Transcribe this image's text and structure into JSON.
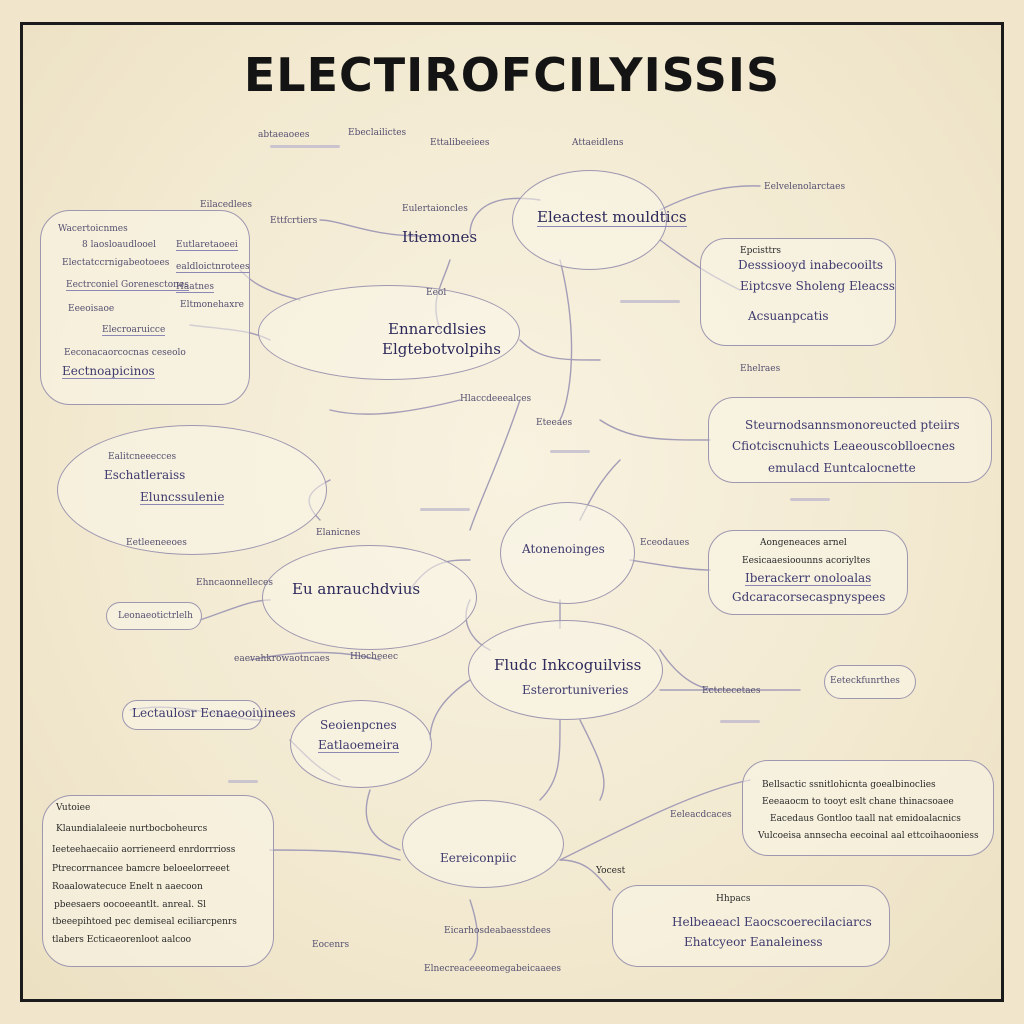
{
  "title": "ELECTIROFCILYISSIS",
  "nodes": {
    "n1": {
      "label": "Eleactest mouldtics"
    },
    "n2": {
      "label": "Itiemones"
    },
    "n3": {
      "label_1": "Ennarcdlsies",
      "label_2": "Elgtebotvolpihs"
    },
    "n4": {
      "label": "Atonenoinges"
    },
    "n5": {
      "label": "Eu anrauchdvius"
    },
    "n6": {
      "label_1": "Fludc Inkcoguilviss",
      "label_2": "Esterortuniveries"
    },
    "n7": {
      "label_1": "Seoienpcnes",
      "label_2": "Eatlaoemeira"
    },
    "n8": {
      "label": "Eereiconpiic"
    },
    "n9": {
      "label_1": "Eschatleraiss",
      "label_2": "Eluncssulenie"
    },
    "r1": {
      "label_1": "Epcisttrs",
      "label_2": "Desssiooyd inabecooilts",
      "label_3": "Eiptcsve Sholeng Eleacss",
      "label_4": "Acsuanpcatis"
    },
    "r2": {
      "label_1": "Steurnodsannsmonoreucted pteiirs",
      "label_2": "Cfiotciscnuhicts Leaeouscoblloecnes",
      "label_3": "emulacd Euntcalocnette"
    },
    "r3": {
      "label_1": "Aongeneaces arnel",
      "label_2": "Eesicaaesioounns acoriyltes",
      "label_3": "Iberackerr onoloalas",
      "label_4": "Gdcaracorsecaspnyspees"
    },
    "r4": {
      "label": "Eeteckfunrthes"
    },
    "r5": {
      "label_1": "Bellsactic ssnitlohicnta goealbinoclies",
      "label_2": "Eeeaaocm to tooyt eslt chane thinacsoaee",
      "label_3": "Eacedaus Gontloo taall nat emidoalacnics",
      "label_4": "Vulcoeisa annsecha eecoinal aal ettcoihaooniess"
    },
    "r6": {
      "label_1": "Hhpacs",
      "label_2": "Helbeaeacl Eaocscoerecilaciarcs",
      "label_3": "Ehatcyeor Eanaleiness"
    },
    "l1": {
      "label_1": "Wacertoicnmes",
      "label_2": "8 laosloaudlooel",
      "label_3": "Electatccrnigabeotoees",
      "label_4": "Eectrconiel Gorenesctones",
      "label_5": "Eeeoisaoe",
      "label_6": "Elecroaruicce",
      "label_7": "Eeconacaorcocnas ceseolo",
      "label_8": "Eectnoapicinos"
    },
    "l2": {
      "label_1": "Eutlaretaoeei",
      "label_2": "ealdloictnrotees",
      "label_3": "Haatnes",
      "label_4": "Eltmonehaxre"
    },
    "l3": {
      "label": "Leonaeotictrlelh"
    },
    "l4": {
      "label": "Lectaulosr Ecnaeooiuinees"
    },
    "l5": {
      "label_1": "Vutoiee",
      "label_2": "Klaundialaleeie nurtbocboheurcs",
      "label_3": "Ieeteehaecaiio aorrieneerd enrdorrrioss",
      "label_4": "Ptrecorrnancee bamcre beloeelorreeet",
      "label_5": "Roaalowatecuce Enelt n aaecoon",
      "label_6": "pbeesaers oocoeeantlt. anreal. Sl",
      "label_7": "tbeeepihtoed pec demiseal eciliarcpenrs",
      "label_8": "tlabers Ecticaeorenloot aalcoo"
    }
  },
  "small_labels": {
    "s1": "abtaeaoees",
    "s2": "Ebeclailictes",
    "s3": "Ettalibeeiees",
    "s4": "Attaeidlens",
    "s5": "Eilacedlees",
    "s6": "Ettfcrtiers",
    "s7": "Eulertaioncles",
    "s8": "Eeol",
    "s9": "Hlaccdeeealces",
    "s10": "Eteeaes",
    "s11": "Eelvelenolarctaes",
    "s12": "Ealitcneeecces",
    "s13": "Eetleeneeoes",
    "s14": "Elanicnes",
    "s15": "Eceodaues",
    "s16": "Ehncaonnelleces",
    "s17": "Hlocheeec",
    "s18": "eaevahkrowaotncaes",
    "s19": "Ectctecetaes",
    "s20": "Yocest",
    "s21": "Eeleacdcaces",
    "s22": "Eicarhosdeabaesstdees",
    "s23": "Elnecreaceeeomegabeicaaees",
    "s24": "Ehelraes",
    "s25": "Eocenrs"
  },
  "colors": {
    "paper": "#f1e6cc",
    "border": "#1b1b1b",
    "link": "#9e97b0",
    "label": "#3a3468"
  }
}
